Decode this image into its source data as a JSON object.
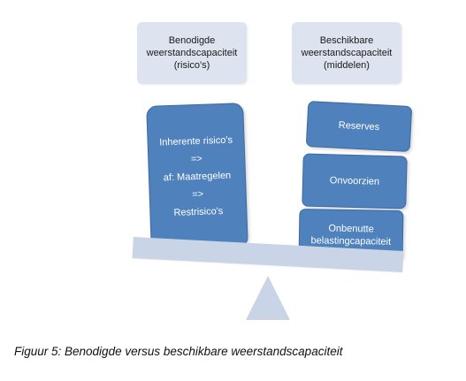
{
  "diagram": {
    "left_header": {
      "lines": [
        "Benodigde",
        "weerstandscapaciteit",
        "(risico's)"
      ]
    },
    "right_header": {
      "lines": [
        "Beschikbare",
        "weerstandscapaciteit",
        "(middelen)"
      ]
    },
    "left_block": {
      "lines": [
        "Inherente risico's",
        "=>",
        "af: Maatregelen",
        "=>",
        "Restrisico's"
      ]
    },
    "right_blocks": [
      {
        "lines": [
          "Reserves"
        ]
      },
      {
        "lines": [
          "Onvoorzien"
        ]
      },
      {
        "lines": [
          "Onbenutte",
          "belastingcapaciteit"
        ]
      }
    ]
  },
  "caption": "Figuur 5: Benodigde versus beschikbare weerstandscapaciteit",
  "colors": {
    "header_fill": "#dde3ef",
    "block_fill": "#4f81bd",
    "beam_fill": "#c9d4e6",
    "fulcrum_fill": "#c9d4e6"
  }
}
